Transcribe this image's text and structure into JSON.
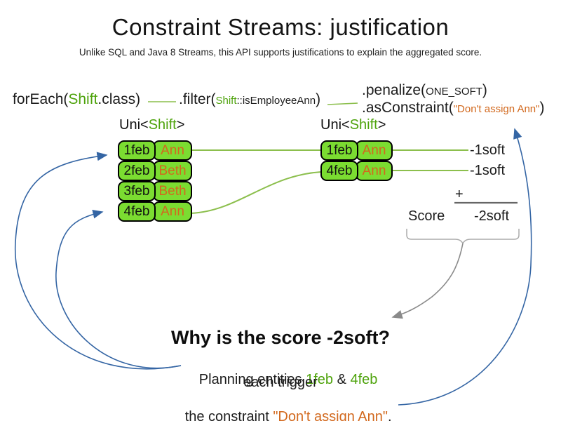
{
  "slide": {
    "title": "Constraint Streams: justification",
    "subtitle": "Unlike SQL and Java 8 Streams, this API supports justifications to explain the aggregated score."
  },
  "code": {
    "foreach": {
      "prefix": "forEach(",
      "class_name": "Shift",
      "suffix": ".class)"
    },
    "filter": {
      "prefix": ".filter(",
      "class_name": "Shift",
      "method_ref": "::isEmployeeAnn",
      "suffix": ")"
    },
    "penalize": {
      "prefix": ".penalize(",
      "arg": "ONE_SOFT",
      "suffix": ")"
    },
    "as_constraint": {
      "prefix": ".asConstraint(",
      "arg": "\"Don't assign Ann\"",
      "suffix": ")"
    }
  },
  "streams": {
    "left": {
      "type_label": {
        "pre": "Uni<",
        "type": "Shift",
        "post": ">"
      },
      "rows": [
        {
          "date": "1feb",
          "employee": "Ann"
        },
        {
          "date": "2feb",
          "employee": "Beth"
        },
        {
          "date": "3feb",
          "employee": "Beth"
        },
        {
          "date": "4feb",
          "employee": "Ann"
        }
      ]
    },
    "right": {
      "type_label": {
        "pre": "Uni<",
        "type": "Shift",
        "post": ">"
      },
      "rows": [
        {
          "date": "1feb",
          "employee": "Ann"
        },
        {
          "date": "4feb",
          "employee": "Ann"
        }
      ]
    }
  },
  "score_panel": {
    "penalty1": "-1soft",
    "penalty2": "-1soft",
    "plus": "+",
    "score_label": "Score",
    "score_value": "-2soft"
  },
  "explanation": {
    "heading": "Why is the score -2soft?",
    "line1": {
      "prefix": "Planning entities ",
      "entity1": "1feb",
      "amp": " & ",
      "entity2": "4feb"
    },
    "line2": "each trigger",
    "line3": {
      "prefix": "the constraint ",
      "constraint": "\"Don't assign Ann\"",
      "suffix": "."
    }
  },
  "colors": {
    "box_green": "#7bdc31",
    "green_text": "#4ea30c",
    "green_line": "#8cbf4d",
    "orange_text": "#d2691e",
    "blue_arrow": "#3465a4",
    "gray_arrow": "#8a8a8a"
  }
}
